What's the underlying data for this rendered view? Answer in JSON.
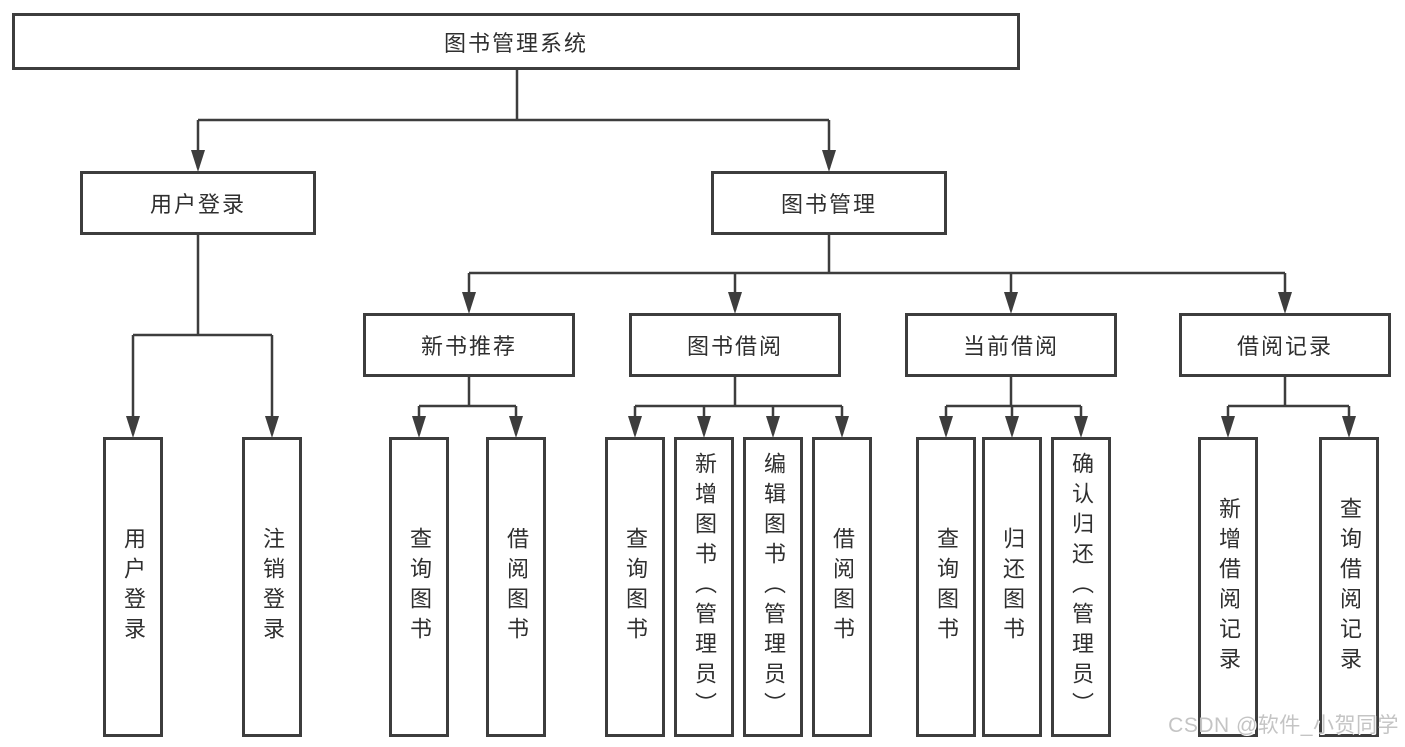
{
  "diagram": {
    "title": "图书管理系统",
    "level2": [
      {
        "label": "用户登录"
      },
      {
        "label": "图书管理"
      }
    ],
    "level3": [
      {
        "label": "新书推荐"
      },
      {
        "label": "图书借阅"
      },
      {
        "label": "当前借阅"
      },
      {
        "label": "借阅记录"
      }
    ],
    "leaves": {
      "user_login": [
        "用户登录",
        "注销登录"
      ],
      "new_book_rec": [
        "查询图书",
        "借阅图书"
      ],
      "book_borrowing": [
        "查询图书",
        "新增图书（管理员）",
        "编辑图书（管理员）",
        "借阅图书"
      ],
      "current_borrowing": [
        "查询图书",
        "归还图书",
        "确认归还（管理员）"
      ],
      "borrowing_records": [
        "新增借阅记录",
        "查询借阅记录"
      ]
    }
  },
  "watermark": "CSDN @软件_小贺同学",
  "colors": {
    "line": "#3d3d3d",
    "text": "#2f2f2f",
    "watermark": "#c4c4c4",
    "background": "#ffffff"
  }
}
